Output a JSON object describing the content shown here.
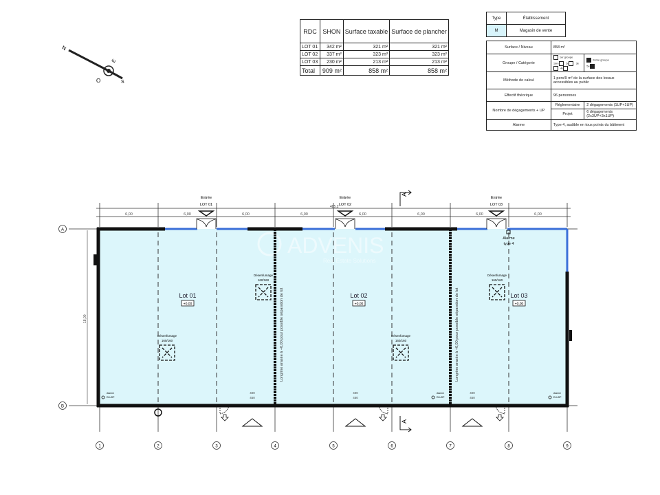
{
  "surface_table": {
    "headers": [
      "RDC",
      "SHON",
      "Surface taxable",
      "Surface de plancher"
    ],
    "rows": [
      {
        "lot": "LOT 01",
        "shon": "342 m²",
        "taxable": "321 m²",
        "plancher": "321 m²"
      },
      {
        "lot": "LOT 02",
        "shon": "337 m²",
        "taxable": "323 m²",
        "plancher": "323 m²"
      },
      {
        "lot": "LOT 03",
        "shon": "230 m²",
        "taxable": "213 m²",
        "plancher": "213 m²"
      }
    ],
    "total": {
      "lot": "Total",
      "shon": "909 m²",
      "taxable": "858 m²",
      "plancher": "858 m²"
    }
  },
  "type_table": {
    "type_label": "Type",
    "type_value": "Établissement",
    "code": "M",
    "code_value": "Magasin de vente"
  },
  "info_table": {
    "surface_label": "Surface / Niveau",
    "surface_value": "858 m²",
    "groupe_label": "Groupe / Catégorie",
    "groupe1": "1er groupe",
    "groupe2": "2ème groupe",
    "categories1": [
      "1ère",
      "2e",
      "3e",
      "4e"
    ],
    "categories2": [
      "5e"
    ],
    "methode_label": "Méthode de calcul",
    "methode_value": "1 pers/9 m² de la surface des locaux accessibles au public",
    "effectif_label": "Effectif théorique",
    "effectif_value": "96 personnes",
    "degagements_label": "Nombre de dégagements + UP",
    "reglementaire_label": "Réglementaire",
    "reglementaire_value": "2 dégagements (1UP+1UP)",
    "projet_label": "Projet",
    "projet_value": "6 dégagements (2x3UP+3x1UP)",
    "alarme_label": "Alarme",
    "alarme_value": "Type 4, audible en tous points du bâtiment"
  },
  "compass": {
    "n": "N",
    "e": "E",
    "s": "S",
    "o": "O"
  },
  "watermark": {
    "brand": "ADVENIS",
    "tagline": "Real Estate Solutions"
  },
  "plan": {
    "fill_color": "#dcf6fb",
    "glazing_color": "#3a6fd8",
    "dimensions": [
      "6,00",
      "6,00",
      "6,00",
      "6,00",
      "6,00",
      "6,00",
      "6,00",
      "6,00"
    ],
    "height_dim": "18,00",
    "level_note": "485,2",
    "axes_cols": [
      "1",
      "2",
      "3",
      "4",
      "5",
      "6",
      "7",
      "8",
      "9"
    ],
    "axes_rows": [
      "A",
      "B"
    ],
    "section_label": "A",
    "entrances": [
      {
        "l1": "Entrée",
        "l2": "LOT 01"
      },
      {
        "l1": "Entrée",
        "l2": "LOT 02"
      },
      {
        "l1": "Entrée",
        "l2": "LOT 03"
      }
    ],
    "lots": [
      {
        "name": "Lot 01",
        "level": "+0,00"
      },
      {
        "name": "Lot 02",
        "level": "+0,00"
      },
      {
        "name": "Lot 03",
        "level": "+0,00"
      }
    ],
    "smoke": {
      "label": "Désenfumage",
      "size": "160/160"
    },
    "longrine": "Longrine arasée à +0,00 pour possible séparation de lot",
    "alarm_type": {
      "l1": "Alarme",
      "l2": "type 4"
    },
    "alarm_small": {
      "l1": "Alarme",
      "l2": "ELUSP"
    },
    "door_dims": {
      "l1": "400",
      "l2": "450"
    }
  }
}
